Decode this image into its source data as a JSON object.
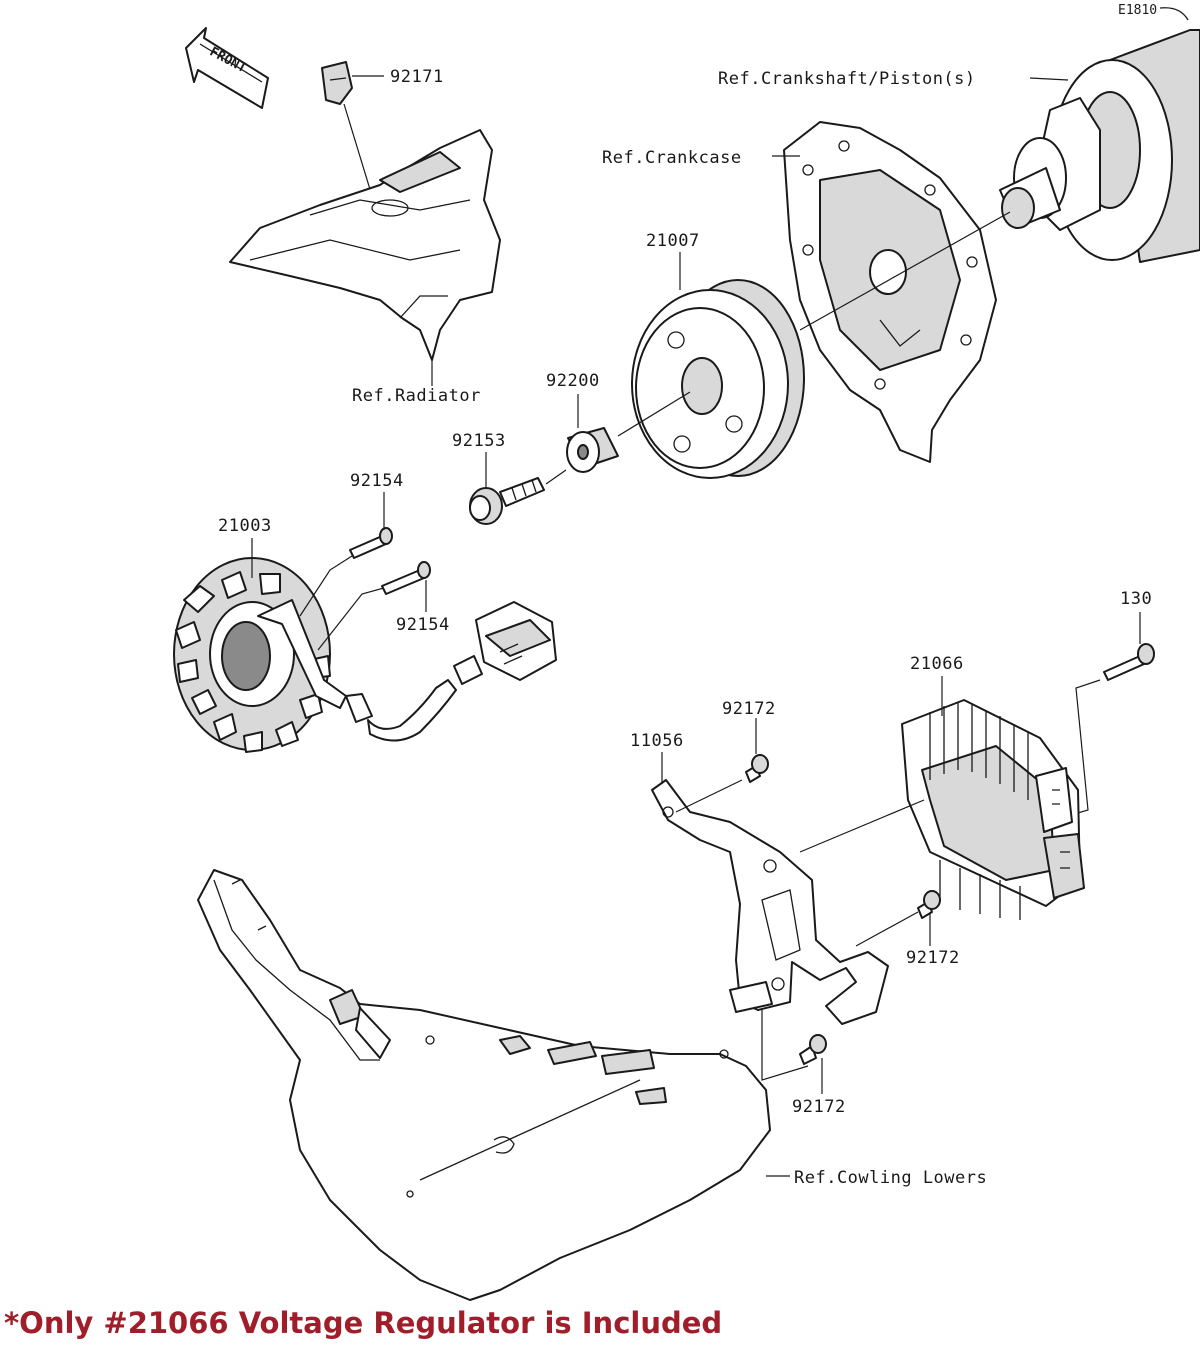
{
  "diagram": {
    "code": "E1810",
    "front_label": "FRONT",
    "refs": {
      "crankshaft": "Ref.Crankshaft/Piston(s)",
      "crankcase": "Ref.Crankcase",
      "radiator": "Ref.Radiator",
      "cowling": "Ref.Cowling Lowers"
    },
    "parts": [
      {
        "id": "92171",
        "label": "92171"
      },
      {
        "id": "21007",
        "label": "21007"
      },
      {
        "id": "92200",
        "label": "92200"
      },
      {
        "id": "92153",
        "label": "92153"
      },
      {
        "id": "92154a",
        "label": "92154"
      },
      {
        "id": "21003",
        "label": "21003"
      },
      {
        "id": "92154b",
        "label": "92154"
      },
      {
        "id": "130",
        "label": "130"
      },
      {
        "id": "21066",
        "label": "21066"
      },
      {
        "id": "92172a",
        "label": "92172"
      },
      {
        "id": "11056",
        "label": "11056"
      },
      {
        "id": "92172b",
        "label": "92172"
      },
      {
        "id": "92172c",
        "label": "92172"
      }
    ]
  },
  "note": "*Only #21066 Voltage Regulator is Included",
  "colors": {
    "note": "#a01e2a",
    "line": "#1a1a1a"
  }
}
